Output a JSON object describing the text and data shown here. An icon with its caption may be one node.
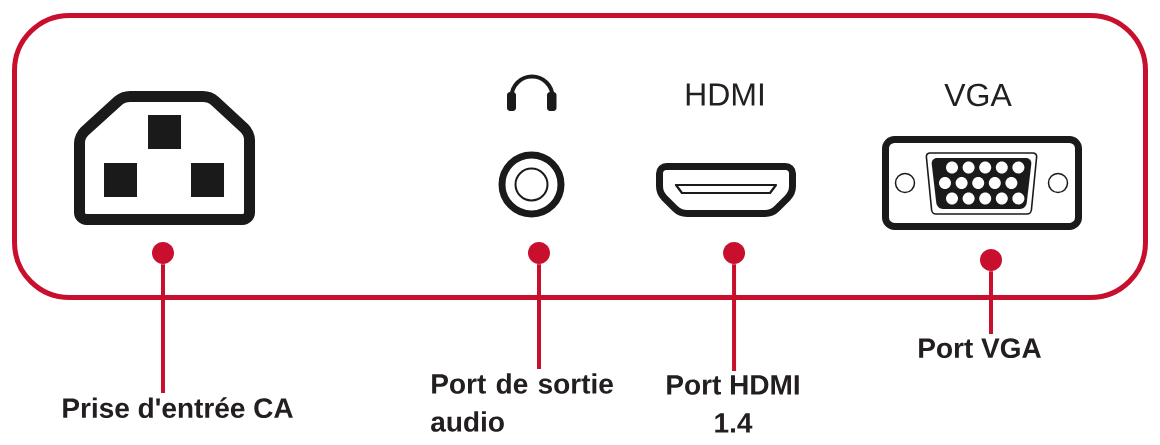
{
  "diagram": {
    "nodes": [
      {
        "text": [],
        "shape": "box"
      },
      {
        "text": [],
        "shape": "circle",
        "in": 0
      },
      {
        "text": [],
        "shape": "circle",
        "in": 0
      },
      {
        "text": [],
        "shape": "circle",
        "in": 0
      },
      {
        "text": [],
        "shape": "circle",
        "in": 0
      },
      {
        "text": [
          "Prise d'entrée CA"
        ]
      },
      {
        "text": [
          "Port de sortie audio"
        ]
      },
      {
        "text": [
          "Port HDMI 1.4"
        ]
      },
      {
        "text": [
          "Port VGA"
        ]
      }
    ],
    "edges": [
      {
        "from": 5,
        "to": 1,
        "arrow": "none"
      },
      {
        "from": 6,
        "to": 2,
        "arrow": "none"
      },
      {
        "from": 7,
        "to": 3,
        "arrow": "none"
      },
      {
        "from": 8,
        "to": 4,
        "arrow": "none"
      }
    ],
    "labels": [
      "HDMI",
      "VGA"
    ]
  }
}
